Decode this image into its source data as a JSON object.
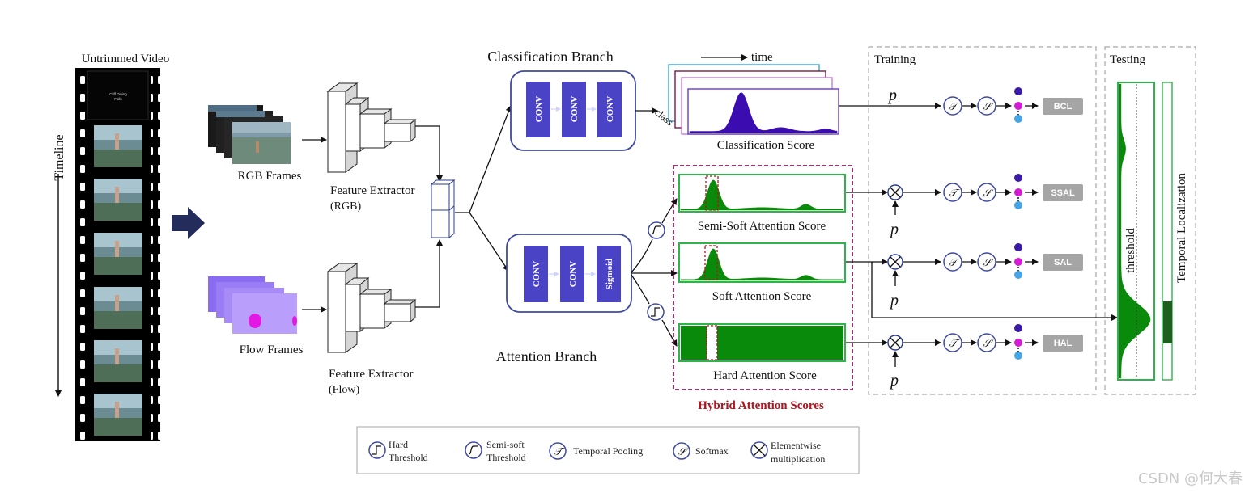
{
  "video": {
    "title": "Untrimmed Video",
    "timeline_label": "Timeline",
    "first_frame_caption_1": "Cliff Diving",
    "first_frame_caption_2": "Falls"
  },
  "inputs": {
    "rgb_label": "RGB Frames",
    "flow_label": "Flow Frames"
  },
  "extractors": {
    "rgb_line1": "Feature Extractor",
    "rgb_line2": "(RGB)",
    "flow_line1": "Feature Extractor",
    "flow_line2": "(Flow)"
  },
  "classification": {
    "title": "Classification Branch",
    "convs": [
      "CONV",
      "CONV",
      "CONV"
    ],
    "time_label": "time",
    "class_label": "class",
    "score_label": "Classification Score"
  },
  "attention": {
    "title": "Attention Branch",
    "convs": [
      "CONV",
      "CONV",
      "Sigmoid"
    ],
    "hybrid_title": "Hybrid Attention Scores",
    "semi_soft_label": "Semi-Soft Attention Score",
    "soft_label": "Soft Attention Score",
    "hard_label": "Hard Attention Score"
  },
  "training": {
    "title": "Training",
    "p_symbol": "p",
    "pool_symbol": "𝒯",
    "softmax_symbol": "𝒮",
    "losses": [
      "BCL",
      "SSAL",
      "SAL",
      "HAL"
    ]
  },
  "testing": {
    "title": "Testing",
    "threshold_label": "threshold",
    "localization_label": "Temporal Localization"
  },
  "legend": {
    "hard_threshold_1": "Hard",
    "hard_threshold_2": "Threshold",
    "semi_soft_1": "Semi-soft",
    "semi_soft_2": "Threshold",
    "temporal_pooling": "Temporal Pooling",
    "softmax": "Softmax",
    "elementwise_1": "Elementwise",
    "elementwise_2": "multiplication"
  },
  "watermark": "CSDN @何大春",
  "colors": {
    "conv_fill": "#4a43c6",
    "panel_stroke": "#3f4aa0",
    "green": "#0a8a0a",
    "green_box": "#2fb34a",
    "hybrid_border": "#8a1e5e",
    "hybrid_text": "#b0141e",
    "purple_curve": "#3b0db0",
    "badge_gray": "#a5a5a5",
    "dot_dark": "#3b1aa8",
    "dot_magenta": "#d61bd6",
    "dot_light": "#45a5e6"
  }
}
